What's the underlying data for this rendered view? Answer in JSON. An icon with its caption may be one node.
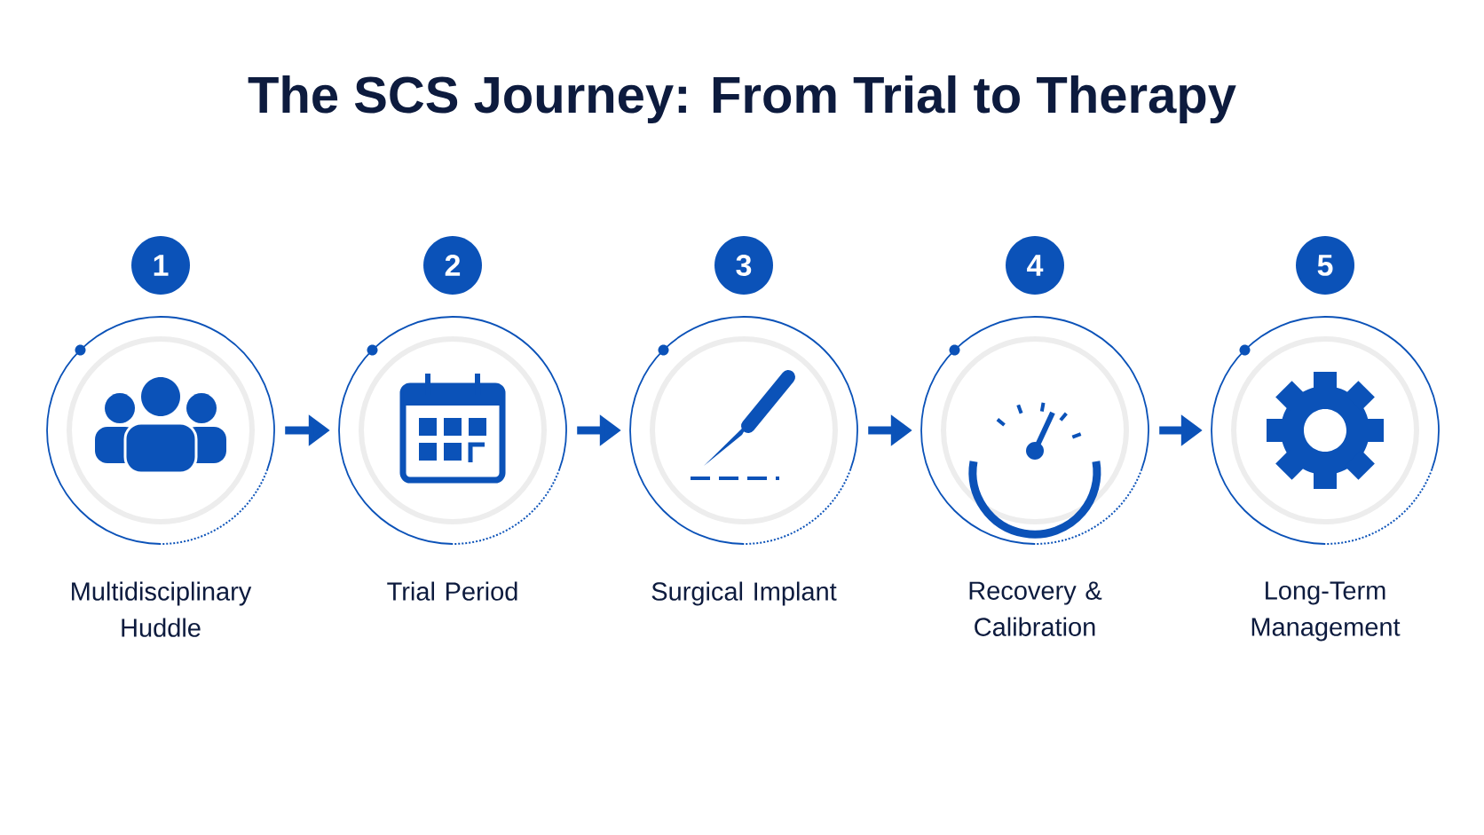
{
  "diagram": {
    "title": "The SCS Journey: From Trial to Therapy",
    "nodes": [
      {
        "text": [
          "1",
          "Multidisciplinary Huddle"
        ]
      },
      {
        "text": [
          "2",
          "Trial Period"
        ]
      },
      {
        "text": [
          "3",
          "Surgical Implant"
        ]
      },
      {
        "text": [
          "4",
          "Recovery & Calibration"
        ]
      },
      {
        "text": [
          "5",
          "Long-Term Management"
        ]
      }
    ],
    "edges": [
      {
        "from": 0,
        "to": 1,
        "arrow": "to"
      },
      {
        "from": 1,
        "to": 2,
        "arrow": "to"
      },
      {
        "from": 2,
        "to": 3,
        "arrow": "to"
      },
      {
        "from": 3,
        "to": 4,
        "arrow": "to"
      }
    ]
  }
}
